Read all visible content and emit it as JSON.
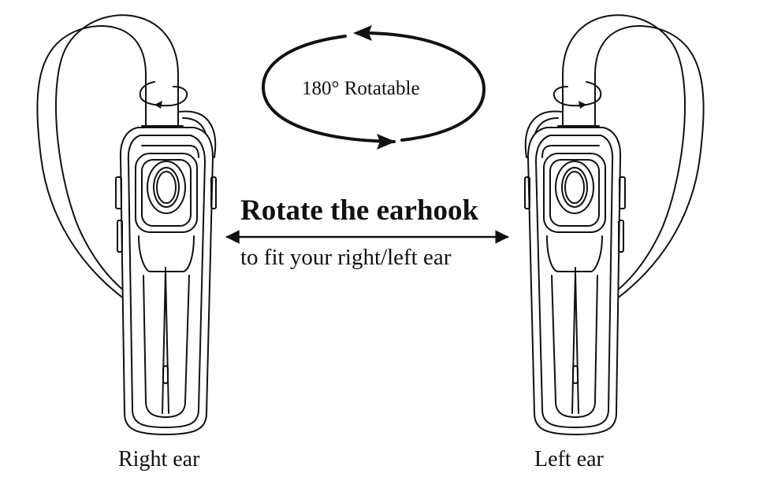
{
  "diagram": {
    "rotation_label": "180° Rotatable",
    "main_instruction": "Rotate the earhook",
    "sub_instruction": "to fit your right/left ear",
    "headsets": [
      {
        "caption": "Right ear"
      },
      {
        "caption": "Left ear"
      }
    ]
  }
}
